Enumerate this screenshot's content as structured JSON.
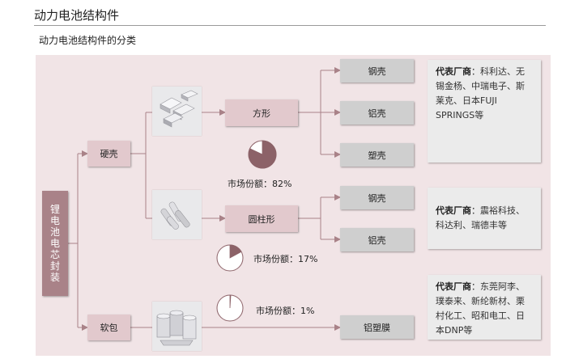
{
  "header": {
    "title": "动力电池结构件",
    "subtitle": "动力电池结构件的分类"
  },
  "root": {
    "label_chars": [
      "锂",
      "电",
      "池",
      "电",
      "芯",
      "封",
      "装"
    ]
  },
  "hard_case": {
    "label": "硬壳",
    "prismatic": {
      "label": "方形",
      "share_text": "市场份额：82%",
      "share_value": 82,
      "materials": [
        "钢壳",
        "铝壳",
        "塑壳"
      ],
      "vendor_prefix": "代表厂商",
      "vendor_text": "：科利达、无锡金杨、中瑞电子、斯莱克、日本FUJI SPRINGS等"
    },
    "cylindrical": {
      "label": "圆柱形",
      "share_text": "市场份额：17%",
      "share_value": 17,
      "materials": [
        "钢壳",
        "铝壳"
      ],
      "vendor_prefix": "代表厂商",
      "vendor_text": "：震裕科技、科达利、瑞德丰等"
    }
  },
  "soft_pack": {
    "label": "软包",
    "share_text": "市场份额：1%",
    "share_value": 1,
    "material": "铝塑膜",
    "vendor_prefix": "代表厂商",
    "vendor_text": "：东莞阿李、璞泰来、新纶新材、栗村化工、昭和电工、日本DNP等"
  },
  "colors": {
    "panel_bg": "#f1e4e6",
    "line": "#a98288",
    "pie_fill": "#8c6268",
    "root_bg": "#a98288",
    "category_bg": "#e2c9cd",
    "material_bg": "#cfcfcf"
  },
  "icons": [
    "prismatic-cells-image",
    "cylindrical-cells-image",
    "pouch-film-image",
    "pie-chart-icon"
  ]
}
